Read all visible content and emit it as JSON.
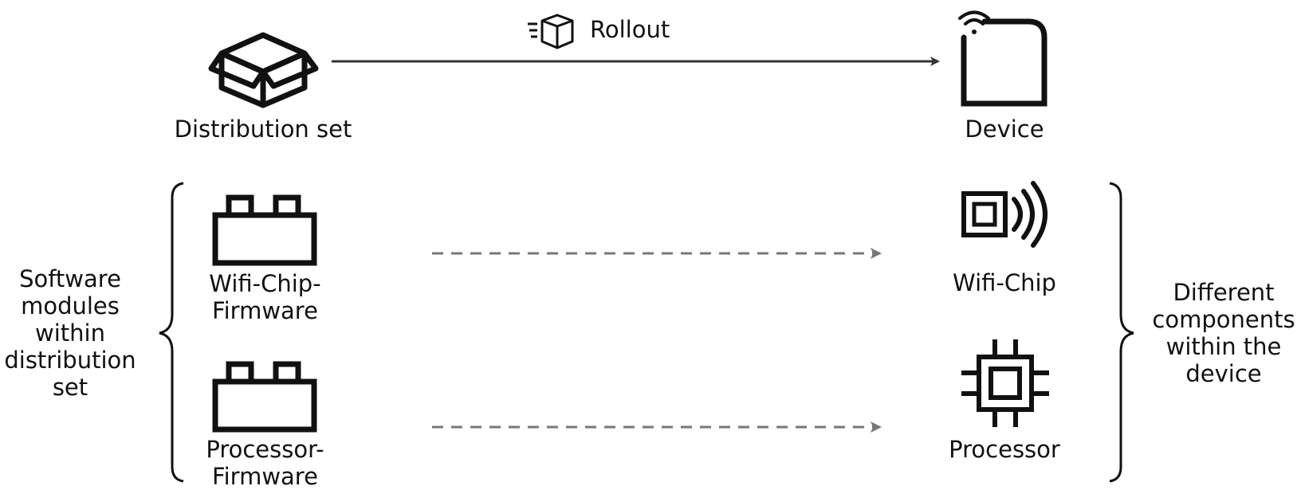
{
  "top": {
    "rollout_label": "Rollout",
    "distribution_set_label": "Distribution set",
    "device_label": "Device"
  },
  "modules": [
    {
      "lines": [
        "Wifi-Chip-",
        "Firmware"
      ]
    },
    {
      "lines": [
        "Processor-",
        "Firmware"
      ]
    }
  ],
  "components": [
    {
      "label": "Wifi-Chip"
    },
    {
      "label": "Processor"
    }
  ],
  "left_note": {
    "lines": [
      "Software",
      "modules",
      "within",
      "distribution",
      "set"
    ]
  },
  "right_note": {
    "lines": [
      "Different",
      "components",
      "within the",
      "device"
    ]
  },
  "colors": {
    "icon": "#111111",
    "solid_arrow": "#333333",
    "dashed_arrow": "#777777"
  },
  "icons": {
    "distribution_set": "open-box-icon",
    "rollout": "fast-box-icon",
    "device": "wifi-device-icon",
    "module": "brick-icon",
    "wifi_chip": "chip-signal-icon",
    "processor": "cpu-icon"
  }
}
